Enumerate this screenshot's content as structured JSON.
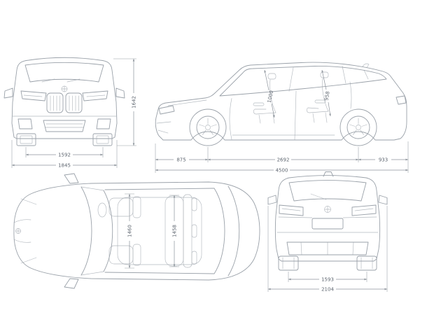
{
  "colors": {
    "line": "#9aa1a9",
    "dim": "#8c939b",
    "text": "#5e6670",
    "background": "#ffffff"
  },
  "views": {
    "front": {
      "track": "1592",
      "overall_width": "1845",
      "height": "1642"
    },
    "side": {
      "headroom_front": "1000",
      "headroom_rear": "958",
      "front_overhang": "875",
      "wheelbase": "2692",
      "rear_overhang": "933",
      "overall_length": "4500"
    },
    "top": {
      "interior_width_front": "1460",
      "interior_width_rear": "1458"
    },
    "rear": {
      "track": "1593",
      "width_incl_mirrors": "2104"
    }
  }
}
